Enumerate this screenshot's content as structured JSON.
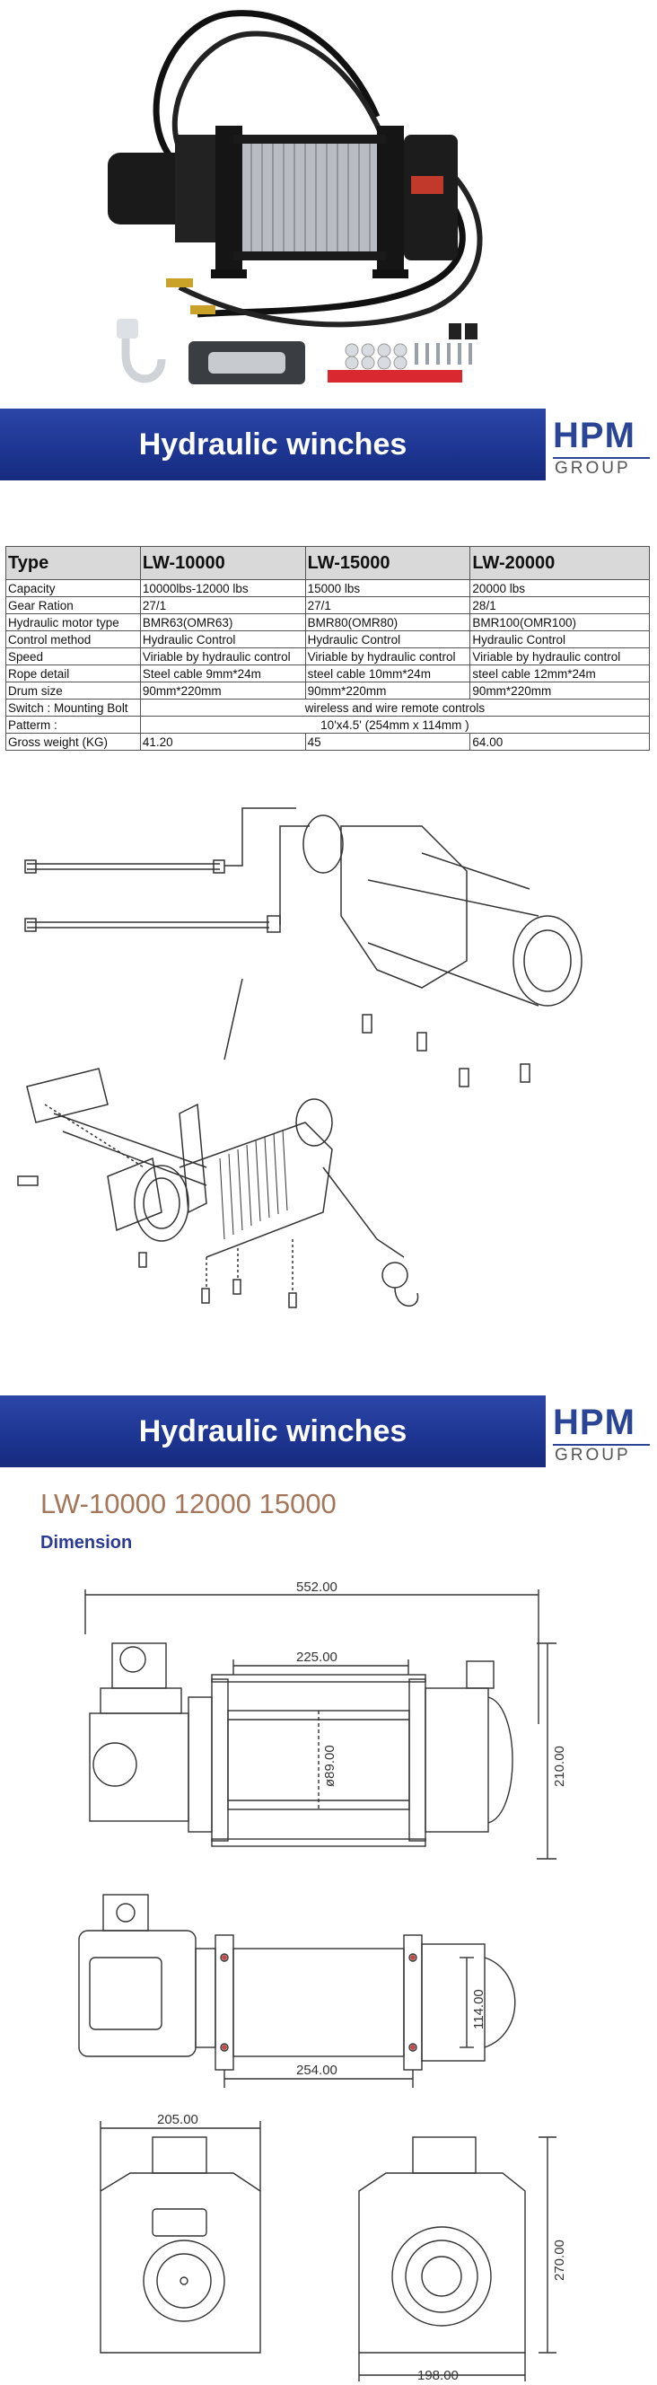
{
  "banners": [
    {
      "title": "Hydraulic winches",
      "logo_main": "HPM",
      "logo_sub": "GROUP"
    },
    {
      "title": "Hydraulic winches",
      "logo_main": "HPM",
      "logo_sub": "GROUP"
    }
  ],
  "spec_table": {
    "headers": [
      "Type",
      "LW-10000",
      "LW-15000",
      "LW-20000"
    ],
    "rows": [
      {
        "label": "Capacity",
        "values": [
          "10000lbs-12000  lbs",
          "15000  lbs",
          "20000  lbs"
        ]
      },
      {
        "label": "Gear Ration",
        "values": [
          "27/1",
          "27/1",
          "28/1"
        ]
      },
      {
        "label": "Hydraulic motor type",
        "values": [
          "BMR63(OMR63)",
          "BMR80(OMR80)",
          "BMR100(OMR100)"
        ]
      },
      {
        "label": "Control method",
        "values": [
          "Hydraulic Control",
          "Hydraulic Control",
          "Hydraulic Control"
        ]
      },
      {
        "label": "Speed",
        "values": [
          "Viriable by hydraulic control",
          "Viriable by hydraulic control",
          "Viriable by hydraulic control"
        ]
      },
      {
        "label": "Rope detail",
        "values": [
          "Steel cable 9mm*24m",
          "steel cable 10mm*24m",
          "steel cable 12mm*24m"
        ]
      },
      {
        "label": "Drum size",
        "values": [
          "90mm*220mm",
          "90mm*220mm",
          "90mm*220mm"
        ]
      },
      {
        "label": "Switch : Mounting Bolt",
        "merged": "wireless and wire remote controls"
      },
      {
        "label": "Patterm :",
        "merged": "10'x4.5' (254mm x 114mm )"
      },
      {
        "label": "Gross weight (KG)",
        "values": [
          "41.20",
          "45",
          "64.00"
        ]
      }
    ]
  },
  "dimension": {
    "model_title": "LW-10000 12000 15000",
    "subtitle": "Dimension",
    "labels": {
      "overall_length": "552.00",
      "drum_length": "225.00",
      "drum_diameter": "ø89.00",
      "height": "210.00",
      "pattern_width": "114.00",
      "pattern_length": "254.00",
      "side_width": "205.00",
      "front_height": "270.00",
      "front_width": "198.00"
    }
  },
  "colors": {
    "banner_blue": "#1d3591",
    "title_brown": "#a4765a",
    "subtitle_blue": "#2b3b94"
  }
}
